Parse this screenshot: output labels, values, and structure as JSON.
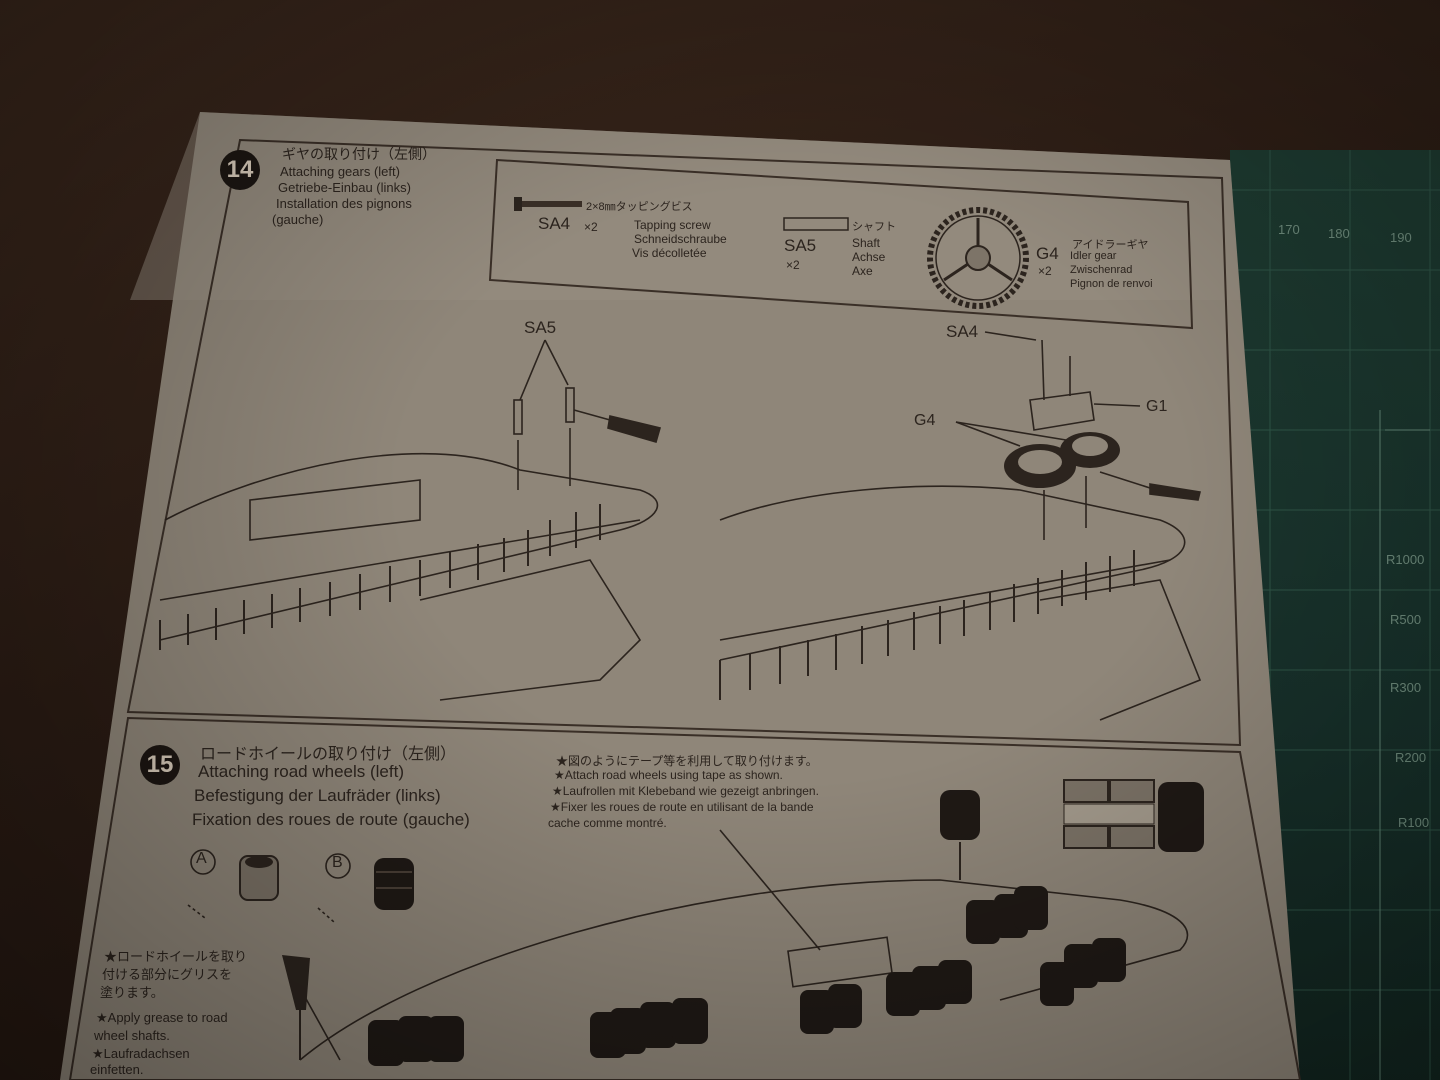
{
  "mat": {
    "numbers": [
      "170",
      "180",
      "190",
      "R1000",
      "R500",
      "R300",
      "R200",
      "R100"
    ]
  },
  "step14": {
    "number": "14",
    "title_ja": "ギヤの取り付け（左側）",
    "title_en": "Attaching gears (left)",
    "title_de": "Getriebe-Einbau (links)",
    "title_fr": "Installation des pignons",
    "title_fr2": "(gauche)",
    "parts": {
      "sa4": {
        "spec": "2×8㎜タッピングビス",
        "code": "SA4",
        "qty": "×2",
        "en": "Tapping screw",
        "de": "Schneidschraube",
        "fr": "Vis décolletée"
      },
      "sa5": {
        "code": "SA5",
        "qty": "×2",
        "ja": "シャフト",
        "en": "Shaft",
        "de": "Achse",
        "fr": "Axe"
      },
      "g4": {
        "code": "G4",
        "qty": "×2",
        "ja": "アイドラーギヤ",
        "en": "Idler gear",
        "de": "Zwischenrad",
        "fr": "Pignon de renvoi"
      }
    },
    "callouts": {
      "sa5": "SA5",
      "sa4": "SA4",
      "g1": "G1",
      "g4": "G4"
    }
  },
  "step15": {
    "number": "15",
    "title_ja": "ロードホイールの取り付け（左側）",
    "title_en": "Attaching road wheels (left)",
    "title_de": "Befestigung der Laufräder (links)",
    "title_fr": "Fixation des roues de route (gauche)",
    "notes": [
      "★図のようにテープ等を利用して取り付けます。",
      "★Attach road wheels using tape as shown.",
      "★Laufrollen mit Klebeband wie gezeigt anbringen.",
      "★Fixer les roues de route en utilisant de la bande",
      "cache comme montré."
    ],
    "wheel_a": "A",
    "wheel_b": "B",
    "grease_notes": [
      "★ロードホイールを取り",
      "付ける部分にグリスを",
      "塗ります。",
      "★Apply grease to road",
      "wheel shafts.",
      "★Laufradachsen",
      "einfetten."
    ]
  }
}
